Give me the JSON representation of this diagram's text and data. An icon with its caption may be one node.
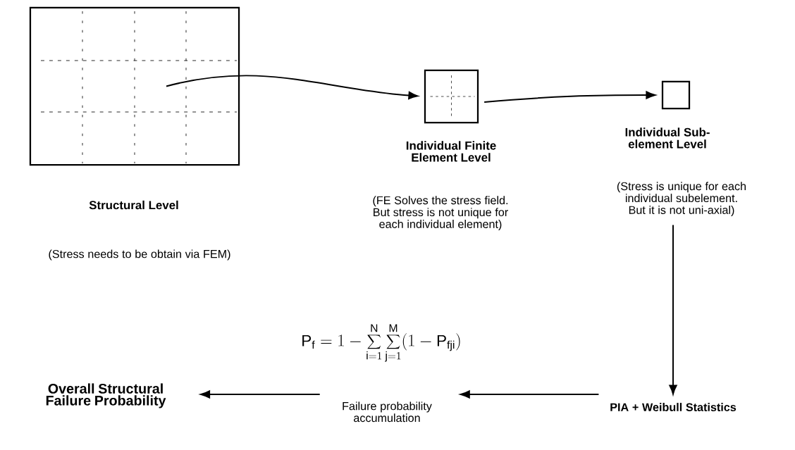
{
  "diagram": {
    "nodes": [
      {
        "text": [
          "Structural Level"
        ]
      },
      {
        "text": [
          "Individual Finite Element Level"
        ]
      },
      {
        "text": [
          "Individual Sub-element Level",
          "(Stress is unique for each individual subelement.  But it is not uni-axial)"
        ]
      },
      {
        "text": [
          "PIA + Weibull Statistics"
        ]
      },
      {
        "text": [
          "Failure probability accumulation"
        ]
      },
      {
        "text": [
          "Overall Structural Failure Probability"
        ]
      }
    ],
    "edges": [
      {
        "from": 0,
        "to": 1,
        "arrow": "to"
      },
      {
        "from": 1,
        "to": 2,
        "arrow": "to"
      },
      {
        "from": 2,
        "to": 3,
        "arrow": "to"
      },
      {
        "from": 3,
        "to": 4,
        "arrow": "to"
      },
      {
        "from": 4,
        "to": 5,
        "arrow": "to"
      }
    ],
    "labels": [
      "(Stress needs to be obtain via FEM)",
      "(FE Solves the stress field. But stress is not unique for each individual element)",
      "\\mathrm{P}_{\\mathrm{f}} = 1 - \\sum_{\\mathrm{i}=1}^{\\mathrm{N}}\\sum_{\\mathrm{j}=1}^{\\mathrm{M}}(1 - \\mathrm{P}_{\\mathrm{fji}})"
    ]
  }
}
